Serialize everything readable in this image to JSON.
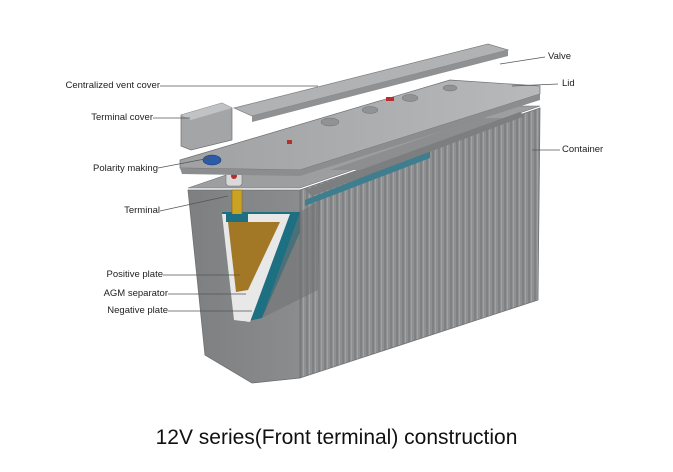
{
  "labels": {
    "valve": "Valve",
    "lid": "Lid",
    "centralized_vent_cover": "Centralized vent cover",
    "terminal_cover": "Terminal cover",
    "container": "Container",
    "polarity_making": "Polarity making",
    "terminal": "Terminal",
    "positive_plate": "Positive plate",
    "agm_separator": "AGM separator",
    "negative_plate": "Negative plate"
  },
  "caption": "12V series(Front terminal) construction",
  "colors": {
    "container_body": "#8f9193",
    "container_top": "#a9abad",
    "positive_plate": "#a27826",
    "negative_plate": "#1d6f82",
    "separator": "#e6e6e6",
    "terminal": "#c9a321"
  }
}
